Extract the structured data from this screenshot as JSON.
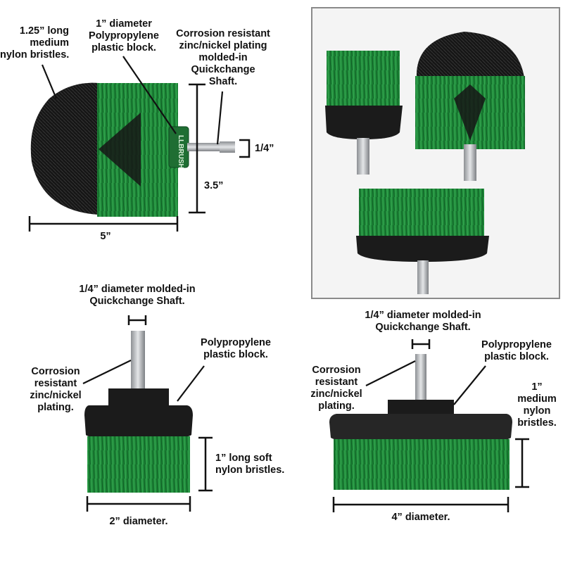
{
  "colors": {
    "bristle_green": "#1f8a3a",
    "bristle_dark": "#0e5a22",
    "black": "#151515",
    "shaft": "#b9bcc0"
  },
  "top_left": {
    "bristle_label": [
      "1.25” long",
      "medium",
      "nylon bristles."
    ],
    "block_label": [
      "1” diameter",
      "Polypropylene",
      "plastic block."
    ],
    "shaft_label": [
      "Corrosion resistant",
      "zinc/nickel plating",
      "molded-in",
      "Quickchange",
      "Shaft."
    ],
    "brand_text": "LLBRUSH",
    "dim_shaft": "1/4”",
    "dim_height": "3.5”",
    "dim_width": "5”"
  },
  "bottom_left": {
    "shaft_label": [
      "1/4” diameter molded-in",
      "Quickchange Shaft."
    ],
    "block_label": [
      "Polypropylene",
      "plastic block."
    ],
    "plating_label": [
      "Corrosion",
      "resistant",
      "zinc/nickel",
      "plating."
    ],
    "bristle_label": [
      "1” long soft",
      "nylon bristles."
    ],
    "dim_width": "2” diameter."
  },
  "bottom_right": {
    "shaft_label": [
      "1/4” diameter molded-in",
      "Quickchange Shaft."
    ],
    "block_label": [
      "Polypropylene",
      "plastic block."
    ],
    "plating_label": [
      "Corrosion",
      "resistant",
      "zinc/nickel",
      "plating."
    ],
    "bristle_label": [
      "1”",
      "medium",
      "nylon",
      "bristles."
    ],
    "dim_width": "4” diameter."
  }
}
